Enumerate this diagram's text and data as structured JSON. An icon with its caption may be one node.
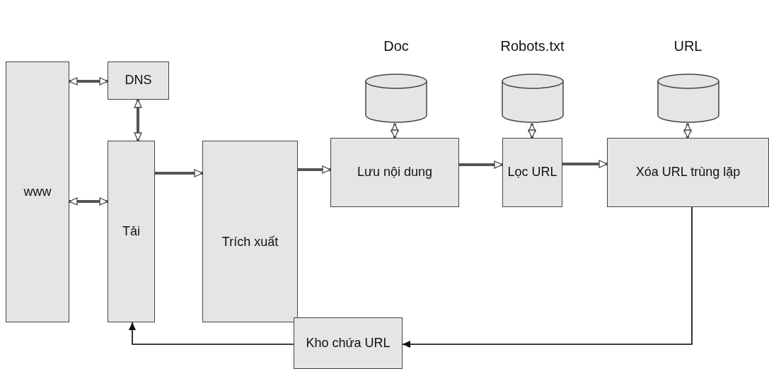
{
  "diagram": {
    "nodes": [
      {
        "text": [
          "www"
        ]
      },
      {
        "text": [
          "DNS"
        ]
      },
      {
        "text": [
          "Tải"
        ]
      },
      {
        "text": [
          "Trích xuất"
        ]
      },
      {
        "text": [
          "Doc"
        ]
      },
      {
        "text": [
          "Robots.txt"
        ]
      },
      {
        "text": [
          "URL"
        ]
      },
      {
        "text": [
          "Lưu nội dung"
        ]
      },
      {
        "text": [
          "Lọc URL"
        ]
      },
      {
        "text": [
          "Xóa URL trùng lặp"
        ]
      },
      {
        "text": [
          "Kho chứa URL"
        ]
      }
    ],
    "edges": [
      {
        "from": 0,
        "to": 1,
        "arrow": "both"
      },
      {
        "from": 1,
        "to": 2,
        "arrow": "both"
      },
      {
        "from": 0,
        "to": 2,
        "arrow": "both"
      },
      {
        "from": 2,
        "to": 3,
        "arrow": "to"
      },
      {
        "from": 3,
        "to": 7,
        "arrow": "to"
      },
      {
        "from": 4,
        "to": 7,
        "arrow": "both"
      },
      {
        "from": 7,
        "to": 8,
        "arrow": "to"
      },
      {
        "from": 5,
        "to": 8,
        "arrow": "both"
      },
      {
        "from": 8,
        "to": 9,
        "arrow": "to"
      },
      {
        "from": 6,
        "to": 9,
        "arrow": "both"
      },
      {
        "from": 9,
        "to": 10,
        "arrow": "to",
        "color": "#000000"
      },
      {
        "from": 10,
        "to": 2,
        "arrow": "to",
        "color": "#000000"
      }
    ]
  }
}
